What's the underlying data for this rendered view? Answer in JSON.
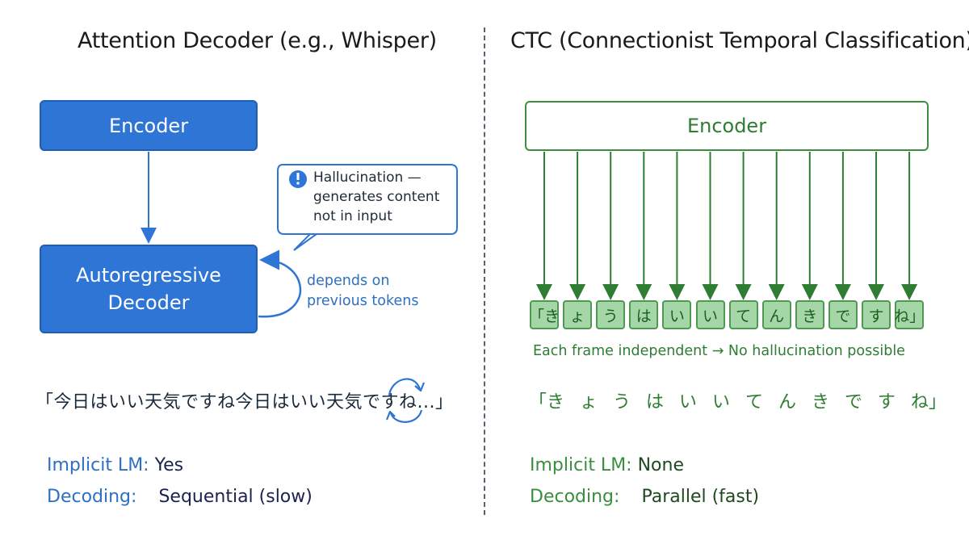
{
  "left": {
    "title": "Attention Decoder (e.g., Whisper)",
    "encoder_label": "Encoder",
    "decoder_label_line1": "Autoregressive",
    "decoder_label_line2": "Decoder",
    "bubble_line1": "Hallucination —",
    "bubble_line2": "generates content",
    "bubble_line3": "not in input",
    "loop_note_line1": "depends on",
    "loop_note_line2": "previous tokens",
    "output_text": "「今日はいい天気ですね今日はいい天気ですね...」",
    "implicit_lm_label": "Implicit LM:",
    "implicit_lm_value": "Yes",
    "decoding_label": "Decoding:",
    "decoding_value": "Sequential (slow)"
  },
  "right": {
    "title": "CTC (Connectionist Temporal Classification)",
    "encoder_label": "Encoder",
    "tokens": [
      "「き",
      "ょ",
      "う",
      "は",
      "い",
      "い",
      "て",
      "ん",
      "き",
      "で",
      "す",
      "ね」"
    ],
    "caption": "Each frame independent → No hallucination possible",
    "output_text": "「き ょ う は い い て ん き で す ね」",
    "implicit_lm_label": "Implicit LM:",
    "implicit_lm_value": "None",
    "decoding_label": "Decoding:",
    "decoding_value": "Parallel (fast)"
  },
  "colors": {
    "blue": "#2e75d6",
    "green": "#3d8d3f",
    "token_fill": "#a5d6a7"
  }
}
